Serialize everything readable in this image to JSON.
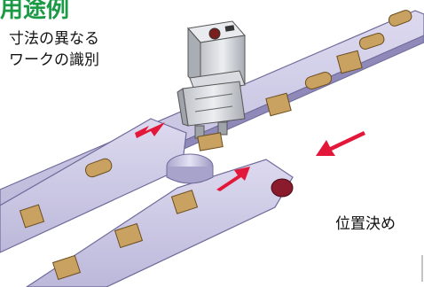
{
  "heading": "用途例",
  "caption_identification": {
    "line1": "寸法の異なる",
    "line2": "ワークの識別"
  },
  "caption_positioning": "位置決め",
  "colors": {
    "heading_green": "#1a9a45",
    "arrow_red": "#e3173a",
    "belt_lavender": "#c9c6e3",
    "belt_edge": "#6f6a9a",
    "workpiece_tan": "#c9a262"
  },
  "icons": [
    "gripper-unit",
    "direction-arrow"
  ]
}
